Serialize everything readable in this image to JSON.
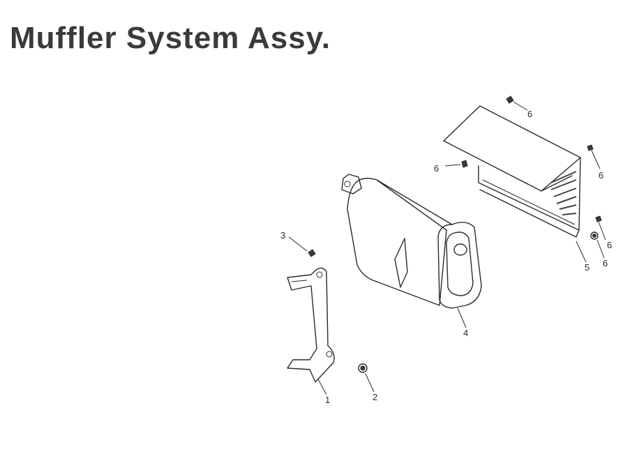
{
  "title": "Muffler System Assy.",
  "callouts": [
    {
      "id": "c1",
      "label": "1"
    },
    {
      "id": "c2",
      "label": "2"
    },
    {
      "id": "c3",
      "label": "3"
    },
    {
      "id": "c4",
      "label": "4"
    },
    {
      "id": "c5",
      "label": "5"
    },
    {
      "id": "c6a",
      "label": "6"
    },
    {
      "id": "c6b",
      "label": "6"
    },
    {
      "id": "c6c",
      "label": "6"
    },
    {
      "id": "c6d",
      "label": "6"
    },
    {
      "id": "c6e",
      "label": "6"
    }
  ]
}
